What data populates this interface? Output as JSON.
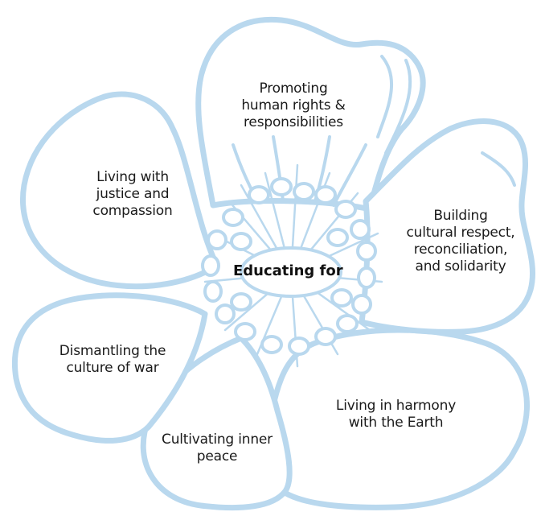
{
  "diagram": {
    "center": "Educating for",
    "petals": [
      {
        "id": "human-rights",
        "label": "Promoting\nhuman rights &\nresponsibilities"
      },
      {
        "id": "justice",
        "label": "Living with\njustice and\ncompassion"
      },
      {
        "id": "cultural-respect",
        "label": "Building\ncultural respect,\nreconciliation,\nand solidarity"
      },
      {
        "id": "culture-of-war",
        "label": "Dismantling the\nculture of war"
      },
      {
        "id": "harmony-earth",
        "label": "Living in harmony\nwith the Earth"
      },
      {
        "id": "inner-peace",
        "label": "Cultivating inner\npeace"
      }
    ]
  },
  "colors": {
    "outline": "#b9d8ee",
    "fill": "#ffffff",
    "text": "#1a1a1a"
  }
}
